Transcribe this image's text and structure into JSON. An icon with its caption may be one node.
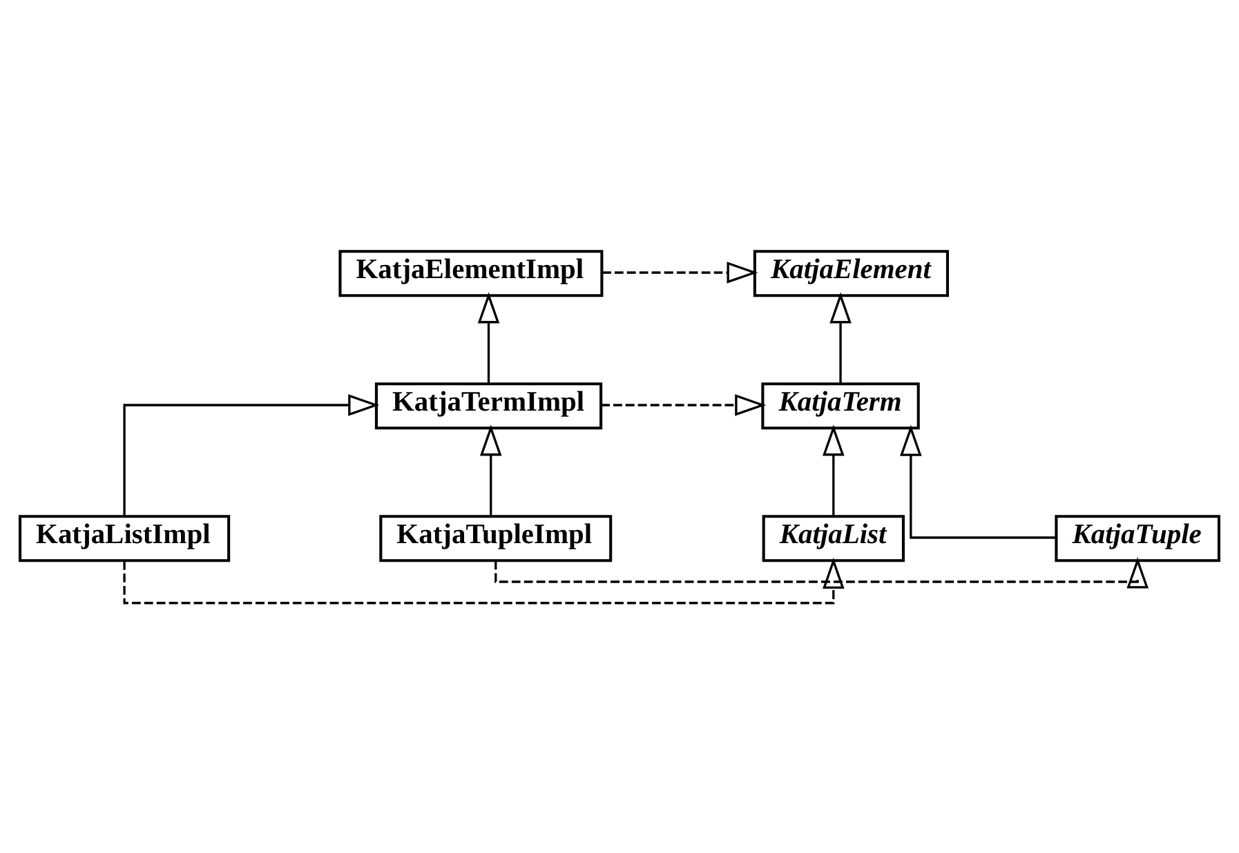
{
  "diagram": {
    "nodes": [
      {
        "text": [
          "KatjaElement"
        ]
      },
      {
        "text": [
          "KatjaElementImpl"
        ]
      },
      {
        "text": [
          "KatjaTerm"
        ]
      },
      {
        "text": [
          "KatjaTermImpl"
        ]
      },
      {
        "text": [
          "KatjaList"
        ]
      },
      {
        "text": [
          "KatjaListImpl"
        ]
      },
      {
        "text": [
          "KatjaTuple"
        ]
      },
      {
        "text": [
          "KatjaTupleImpl"
        ]
      }
    ],
    "edges": [
      {
        "from": 1,
        "to": 0,
        "arrow": "to",
        "style": "dashed"
      },
      {
        "from": 2,
        "to": 0,
        "arrow": "to"
      },
      {
        "from": 3,
        "to": 1,
        "arrow": "to"
      },
      {
        "from": 3,
        "to": 2,
        "arrow": "to",
        "style": "dashed"
      },
      {
        "from": 4,
        "to": 2,
        "arrow": "to"
      },
      {
        "from": 6,
        "to": 2,
        "arrow": "to"
      },
      {
        "from": 5,
        "to": 3,
        "arrow": "to"
      },
      {
        "from": 7,
        "to": 3,
        "arrow": "to"
      },
      {
        "from": 5,
        "to": 4,
        "arrow": "to",
        "style": "dashed"
      },
      {
        "from": 7,
        "to": 6,
        "arrow": "to",
        "style": "dashed"
      }
    ]
  }
}
